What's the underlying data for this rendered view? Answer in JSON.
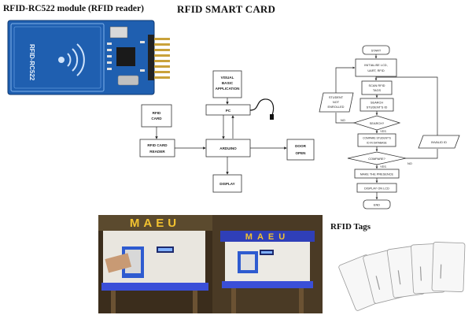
{
  "titles": {
    "module": "RFID-RC522 module (RFID reader)",
    "main": "RFID SMART CARD",
    "tags": "RFID Tags"
  },
  "module_board": {
    "chip_label": "RFID-RC522",
    "board_color": "#1f5fb0"
  },
  "block_diagram": {
    "rfid_card": [
      "RFID",
      "CARD"
    ],
    "rfid_card_reader": [
      "RFID CARD",
      "READER"
    ],
    "visual_basic": [
      "VISUAL",
      "BASIC",
      "APPLICATION"
    ],
    "pc": "PC",
    "arduino": "ARDUINO",
    "door": [
      "DOOR",
      "OPEN"
    ],
    "display": "DISPLAY"
  },
  "flowchart": {
    "start": "START",
    "init": [
      "INITIALISE LCD,",
      "UART, RFID"
    ],
    "scan": [
      "SCAN RFID",
      "TAGS"
    ],
    "search_id": [
      "SEARCH",
      "STUDENT'S ID"
    ],
    "search_q": "SEARCH?",
    "compare_db": [
      "COMPARE STUDENT'S",
      "ID IN DATABASE"
    ],
    "compare_q": "COMPARE?",
    "presence": "MAKE THE PRESENCE",
    "display_lcd": "DISPLAY ON LCD",
    "end": "END",
    "not_enrolled": [
      "STUDENT",
      "NOT",
      "ENROLLED"
    ],
    "invalid_id": "INVALID ID",
    "label_yes": "YES",
    "label_no": "NO"
  },
  "photos": {
    "sign_text": "MAEU",
    "sign_color": "#f2c230",
    "base_color": "#3a4fd8"
  },
  "colors": {
    "board_blue": "#1f5fb0",
    "pcb_dark": "#143e78",
    "header_gold": "#c9a23a"
  }
}
